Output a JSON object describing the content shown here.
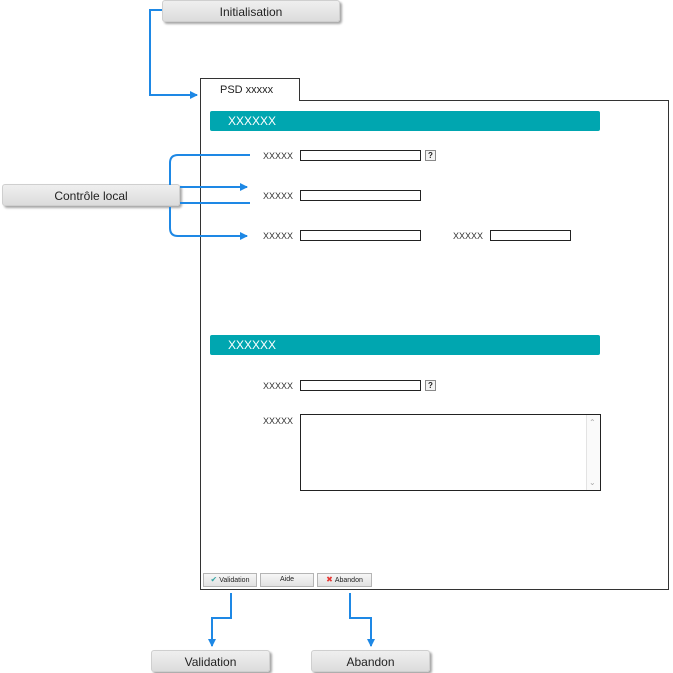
{
  "callouts": {
    "initialisation": "Initialisation",
    "controle_local": "Contrôle local",
    "validation": "Validation",
    "abandon": "Abandon"
  },
  "window": {
    "tab_title": "PSD xxxxx"
  },
  "sections": [
    {
      "title": "XXXXXX",
      "fields": [
        {
          "label": "XXXXX"
        },
        {
          "label": "XXXXX"
        },
        {
          "label": "XXXXX"
        },
        {
          "label": "XXXXX"
        }
      ]
    },
    {
      "title": "XXXXXX",
      "fields": [
        {
          "label": "XXXXX"
        },
        {
          "label": "XXXXX"
        }
      ]
    }
  ],
  "help_glyph": "?",
  "buttons": {
    "validation": "Validation",
    "aide": "Aide",
    "abandon": "Abandon"
  },
  "colors": {
    "section_bar": "#00a6b0",
    "arrow": "#1e88e5",
    "abandon_icon": "#e53935",
    "validation_icon": "#3aa6a6"
  }
}
